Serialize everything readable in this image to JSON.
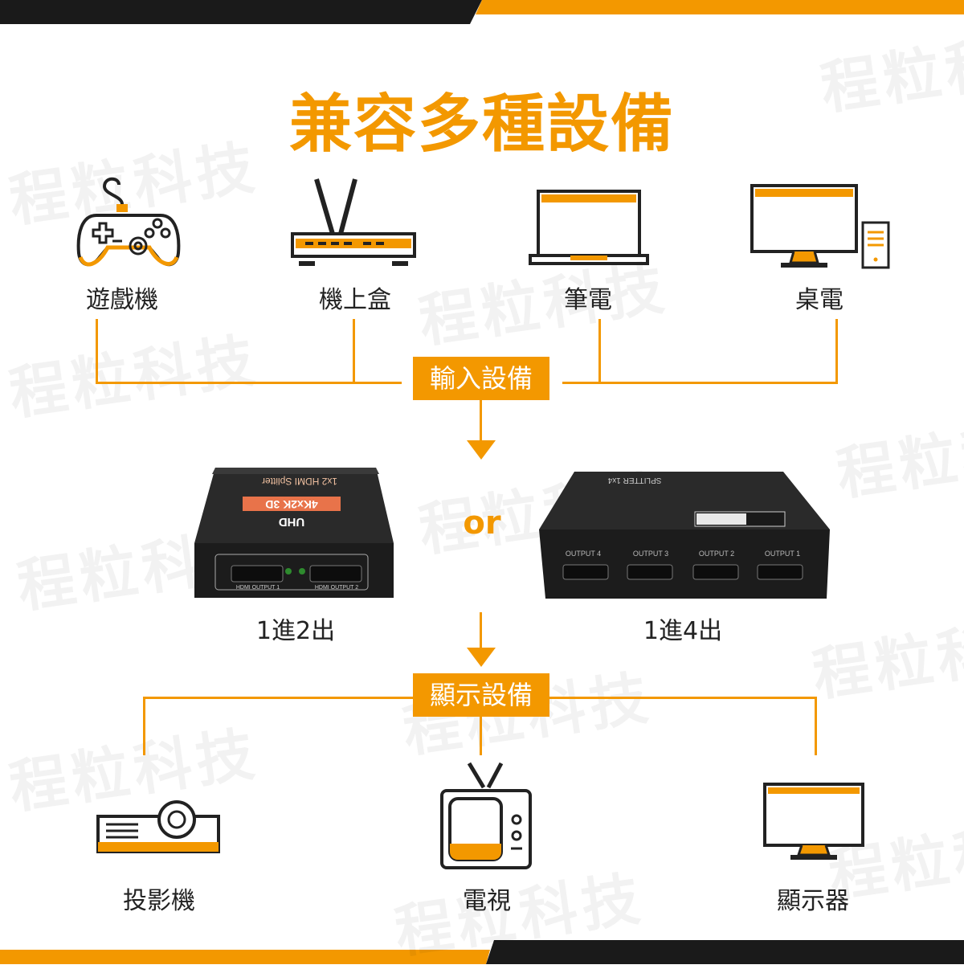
{
  "title": "兼容多種設備",
  "watermark_text": "程粒科技",
  "inputs": {
    "box_label": "輸入設備",
    "devices": [
      {
        "label": "遊戲機",
        "icon": "game-controller-icon"
      },
      {
        "label": "機上盒",
        "icon": "router-icon"
      },
      {
        "label": "筆電",
        "icon": "laptop-icon"
      },
      {
        "label": "桌電",
        "icon": "desktop-computer-icon"
      }
    ]
  },
  "splitters": {
    "connector": "or",
    "items": [
      {
        "label": "1進2出",
        "image": "hdmi-splitter-1x2",
        "printed": {
          "brand_line": "1x2 HDMI Splitter",
          "spec": "4Kx2K 3D",
          "grade": "UHD",
          "ports": [
            "HDMI OUTPUT 1",
            "HDMI OUTPUT 2"
          ]
        }
      },
      {
        "label": "1進4出",
        "image": "hdmi-splitter-1x4",
        "printed": {
          "model": "SPLITTER 1x4",
          "ports": [
            "OUTPUT 4",
            "OUTPUT 3",
            "OUTPUT 2",
            "OUTPUT 1"
          ]
        }
      }
    ]
  },
  "outputs": {
    "box_label": "顯示設備",
    "devices": [
      {
        "label": "投影機",
        "icon": "projector-icon"
      },
      {
        "label": "電視",
        "icon": "television-icon"
      },
      {
        "label": "顯示器",
        "icon": "monitor-icon"
      }
    ]
  },
  "colors": {
    "accent": "#f39800",
    "dark": "#1a1a1a",
    "text": "#222222"
  }
}
